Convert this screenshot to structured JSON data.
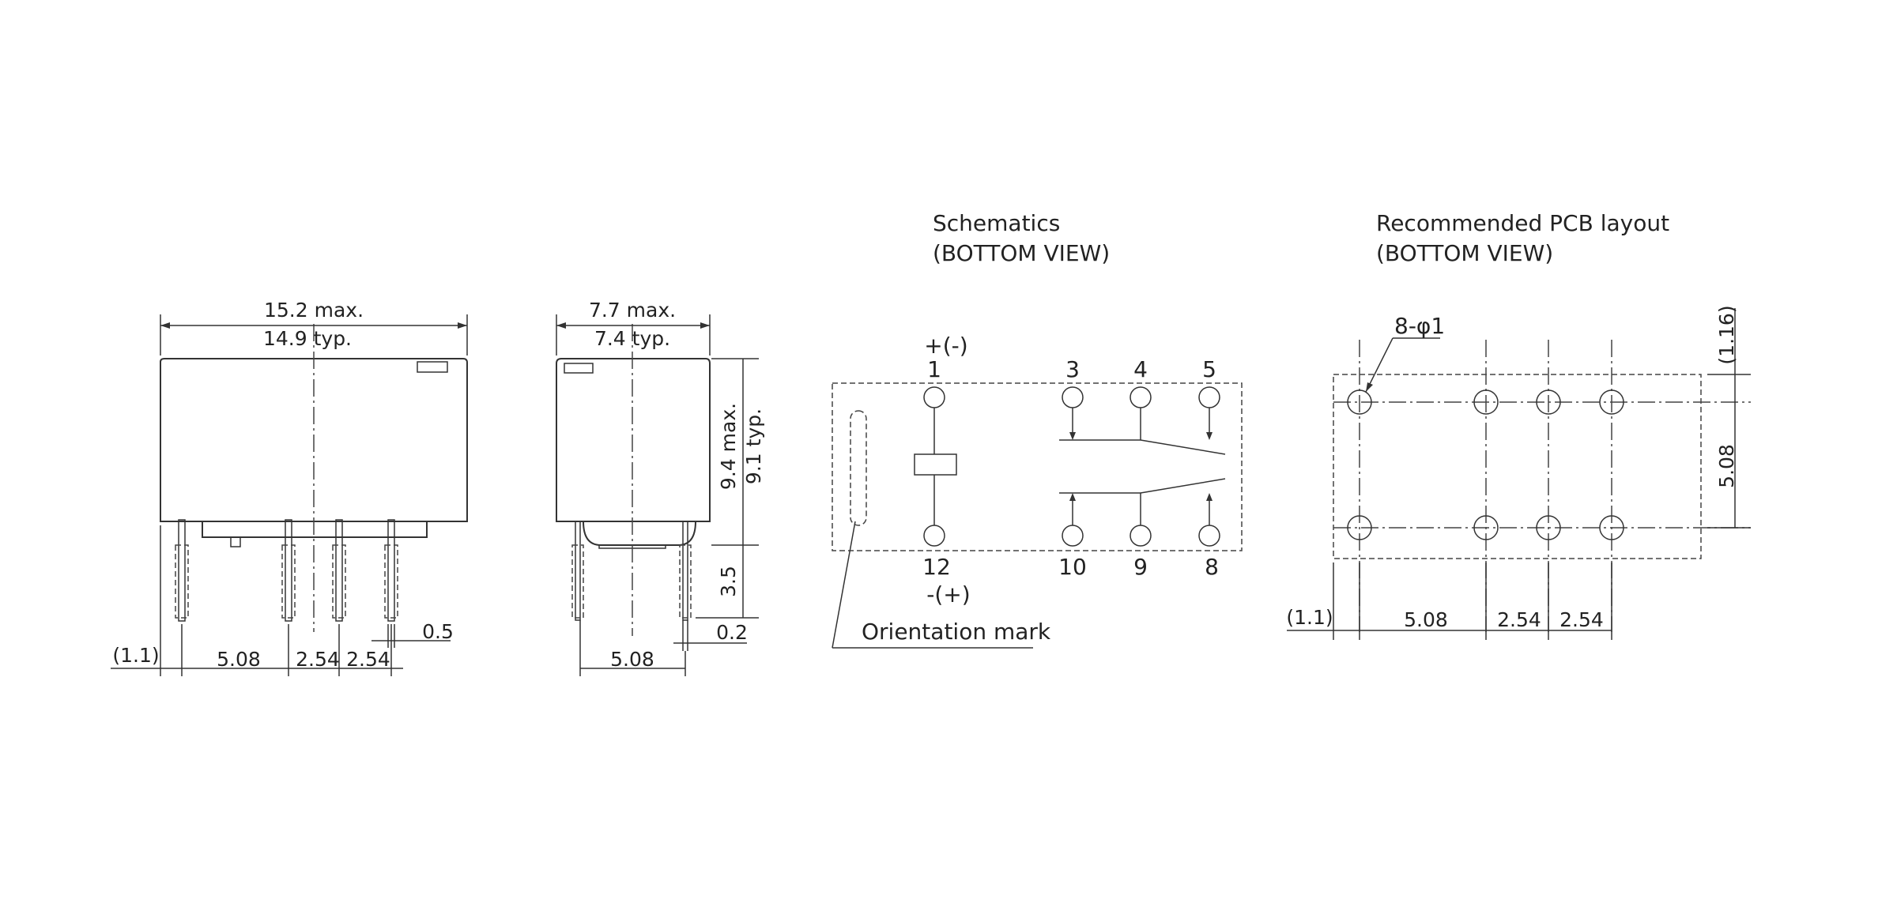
{
  "front_view": {
    "width_max": "15.2 max.",
    "width_typ": "14.9 typ.",
    "offset": "(1.1)",
    "pitch_a": "5.08",
    "pitch_b": "2.54",
    "pitch_c": "2.54",
    "pin_width": "0.5"
  },
  "side_view": {
    "width_max": "7.7 max.",
    "width_typ": "7.4 typ.",
    "height_max": "9.4 max.",
    "height_typ": "9.1 typ.",
    "pin_length": "3.5",
    "pin_thickness": "0.2",
    "pitch": "5.08"
  },
  "schematics": {
    "title": "Schematics",
    "subtitle": "(BOTTOM VIEW)",
    "coil_pin_top": "1",
    "coil_pin_top_polarity": "+(-)",
    "coil_pin_bottom": "12",
    "coil_pin_bottom_polarity": "-(+)",
    "top_pins": [
      "3",
      "4",
      "5"
    ],
    "bottom_pins": [
      "10",
      "9",
      "8"
    ],
    "orientation_mark": "Orientation mark"
  },
  "pcb_layout": {
    "title": "Recommended PCB layout",
    "subtitle": "(BOTTOM VIEW)",
    "hole_spec": "8-φ1",
    "offset_y": "(1.16)",
    "row_pitch": "5.08",
    "offset_x": "(1.1)",
    "pitch_a": "5.08",
    "pitch_b": "2.54",
    "pitch_c": "2.54"
  }
}
